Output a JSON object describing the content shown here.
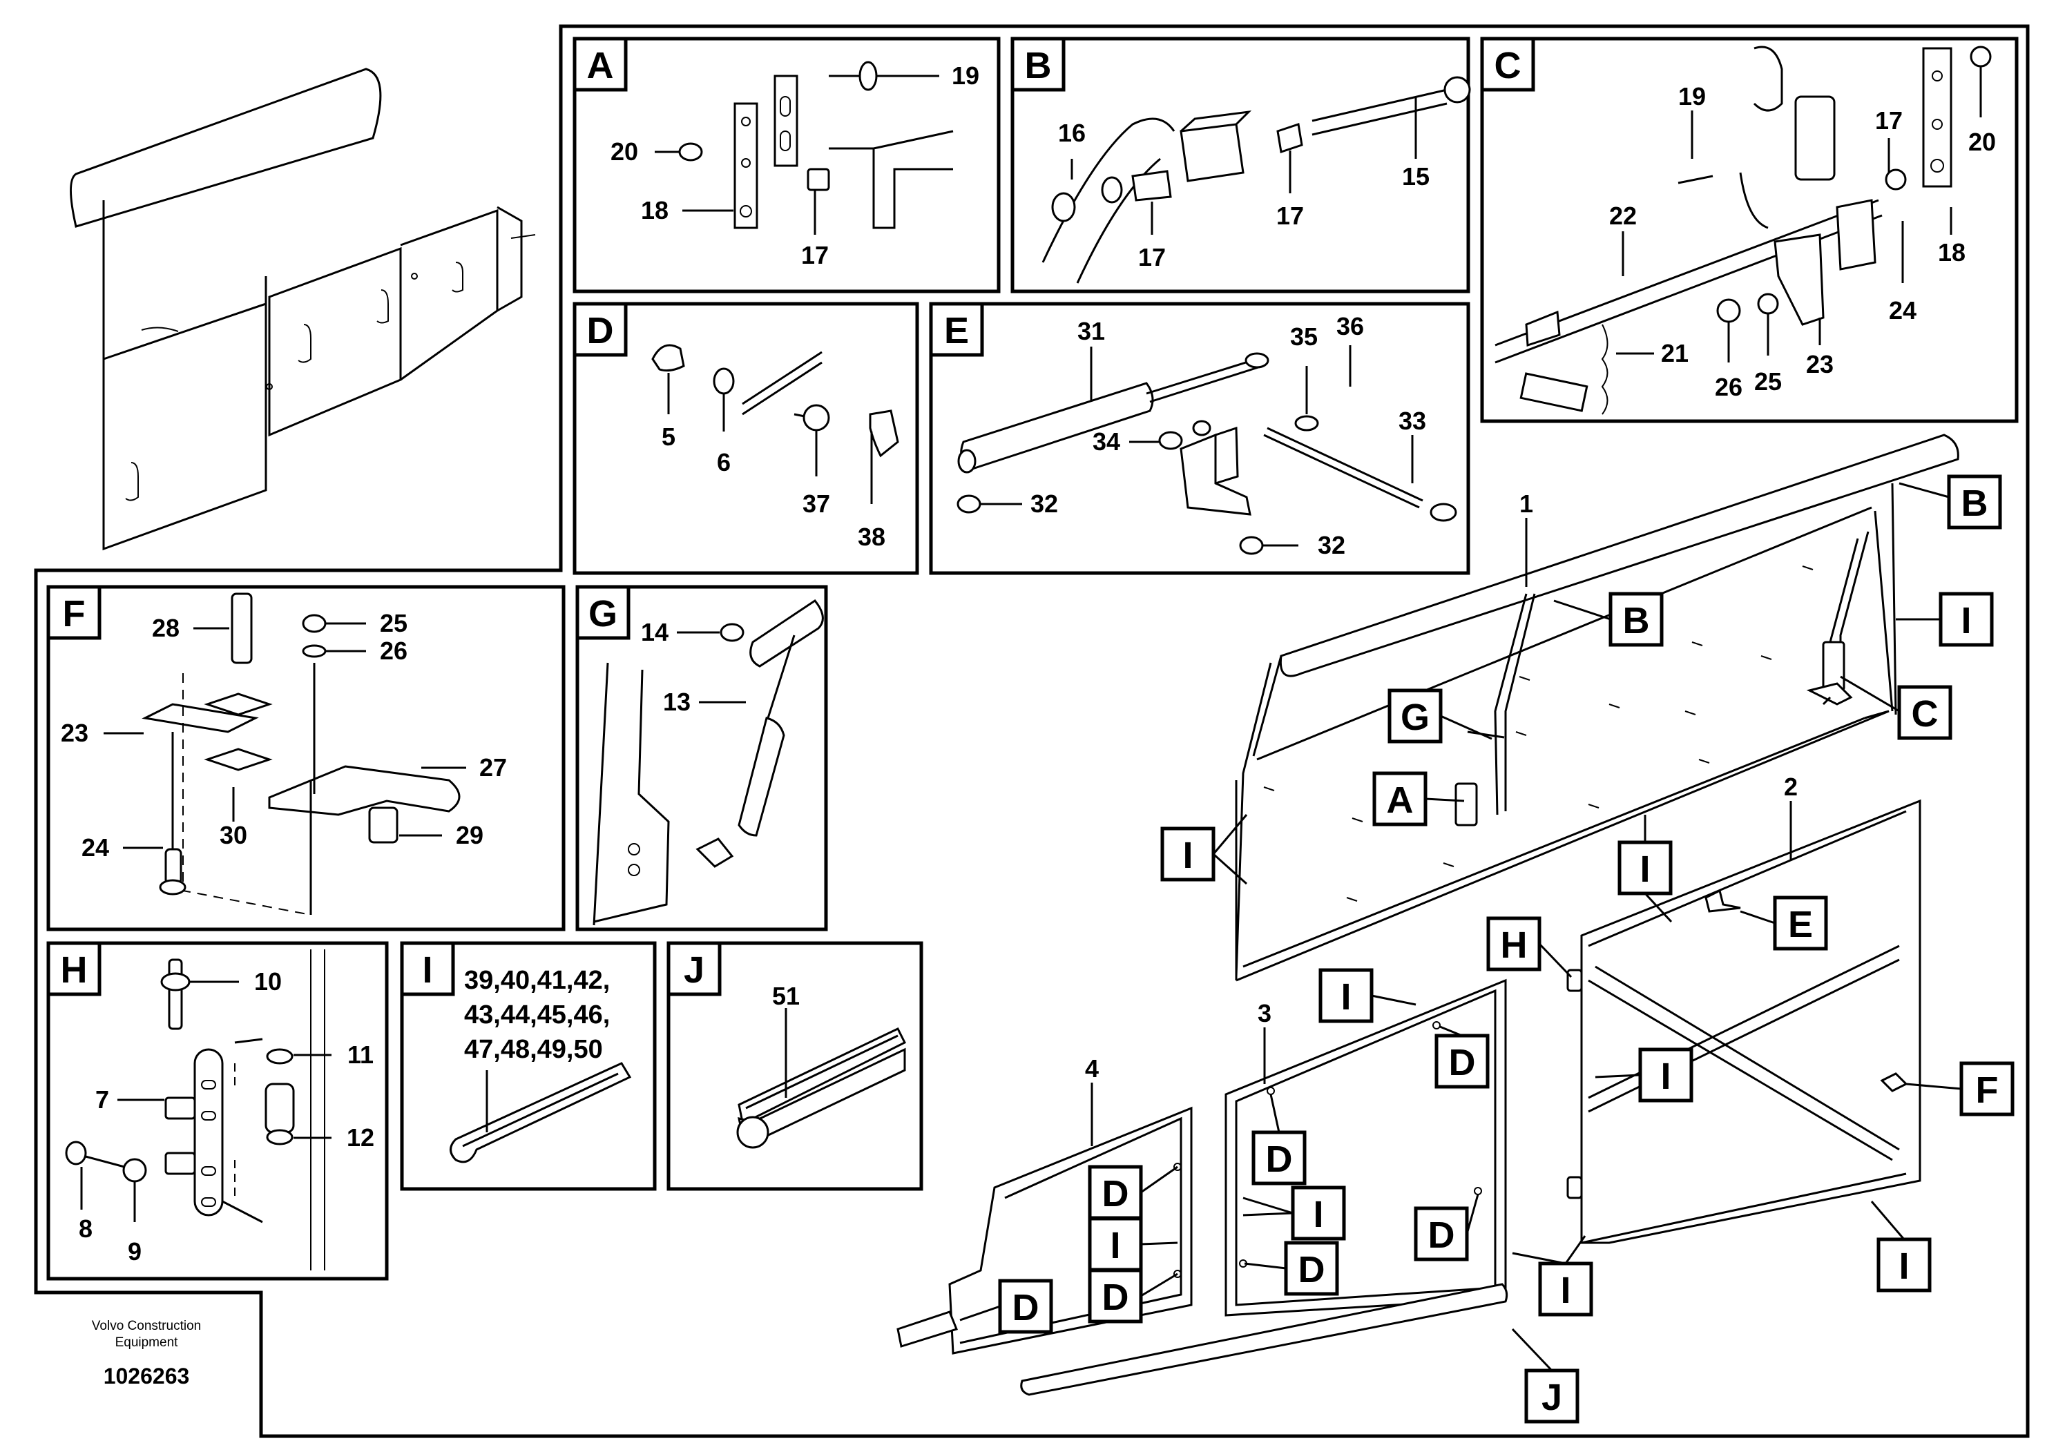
{
  "footer": {
    "company_line1": "Volvo Construction",
    "company_line2": "Equipment",
    "drawing_number": "1026263"
  },
  "panels": {
    "A": {
      "letter": "A",
      "parts": [
        "19",
        "20",
        "18",
        "17"
      ]
    },
    "B": {
      "letter": "B",
      "parts": [
        "16",
        "15",
        "17",
        "17"
      ]
    },
    "C": {
      "letter": "C",
      "parts": [
        "19",
        "17",
        "20",
        "22",
        "18",
        "24",
        "21",
        "26",
        "25",
        "23"
      ]
    },
    "D": {
      "letter": "D",
      "parts": [
        "5",
        "6",
        "37",
        "38"
      ]
    },
    "E": {
      "letter": "E",
      "parts": [
        "31",
        "35",
        "36",
        "33",
        "34",
        "32",
        "32"
      ]
    },
    "F": {
      "letter": "F",
      "parts": [
        "28",
        "25",
        "26",
        "23",
        "27",
        "30",
        "24",
        "29"
      ]
    },
    "G": {
      "letter": "G",
      "parts": [
        "14",
        "13"
      ]
    },
    "H": {
      "letter": "H",
      "parts": [
        "10",
        "11",
        "7",
        "12",
        "8",
        "9"
      ]
    },
    "I": {
      "letter": "I",
      "text_line1": "39,40,41,42,",
      "text_line2": "43,44,45,46,",
      "text_line3": "47,48,49,50"
    },
    "J": {
      "letter": "J",
      "parts": [
        "51"
      ]
    }
  },
  "main_view": {
    "item_numbers": [
      "1",
      "2",
      "3",
      "4"
    ],
    "callouts": [
      "B",
      "B",
      "I",
      "G",
      "C",
      "A",
      "I",
      "I",
      "E",
      "H",
      "I",
      "D",
      "I",
      "F",
      "D",
      "D",
      "I",
      "D",
      "D",
      "I",
      "D",
      "D",
      "I",
      "I",
      "J"
    ]
  }
}
